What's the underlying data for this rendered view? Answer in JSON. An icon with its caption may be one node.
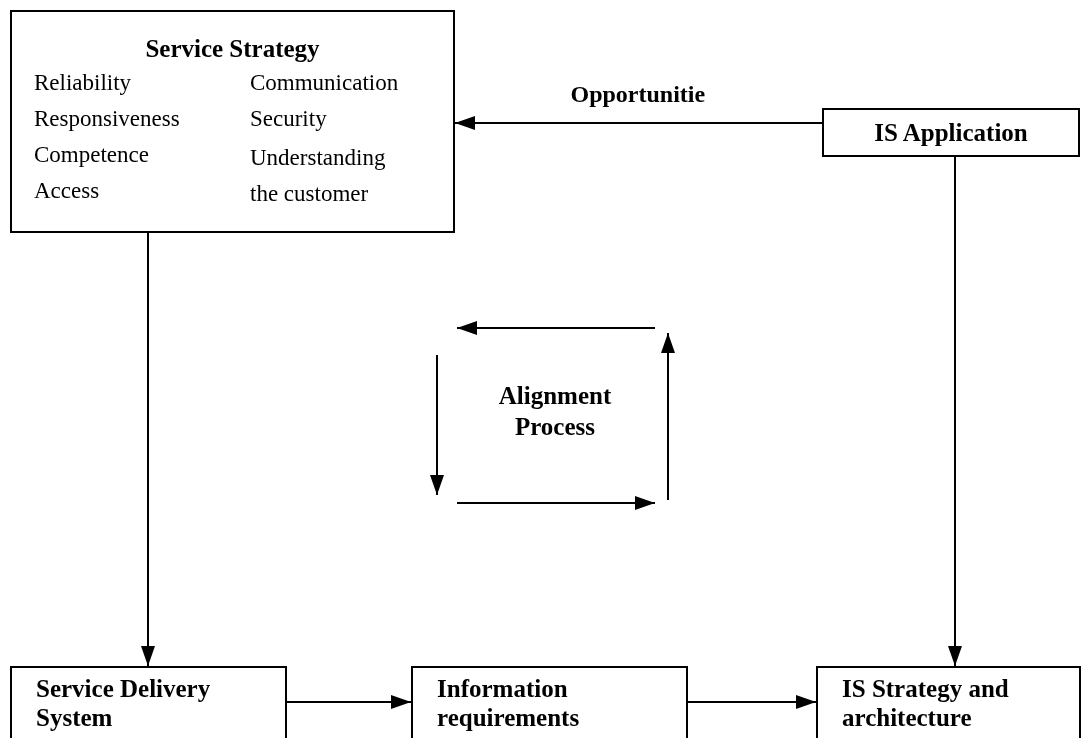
{
  "diagram": {
    "nodes": [
      {
        "text": [
          "Service Strategy",
          "Reliability",
          "Responsiveness",
          "Competence",
          "Access",
          "Communication",
          "Security",
          "Understanding the customer"
        ]
      },
      {
        "text": [
          "IS Application"
        ]
      },
      {
        "text": [
          "Service Delivery System"
        ]
      },
      {
        "text": [
          "Information requirements"
        ]
      },
      {
        "text": [
          "IS Strategy and architecture"
        ]
      }
    ],
    "edges": [
      {
        "from": 1,
        "to": 0,
        "arrow": "to",
        "label": "Opportunitie"
      },
      {
        "from": 0,
        "to": 2,
        "arrow": "to"
      },
      {
        "from": 2,
        "to": 3,
        "arrow": "to"
      },
      {
        "from": 3,
        "to": 4,
        "arrow": "to"
      },
      {
        "from": 1,
        "to": 4,
        "arrow": "to"
      }
    ],
    "labels": [
      "Alignment Process"
    ]
  }
}
